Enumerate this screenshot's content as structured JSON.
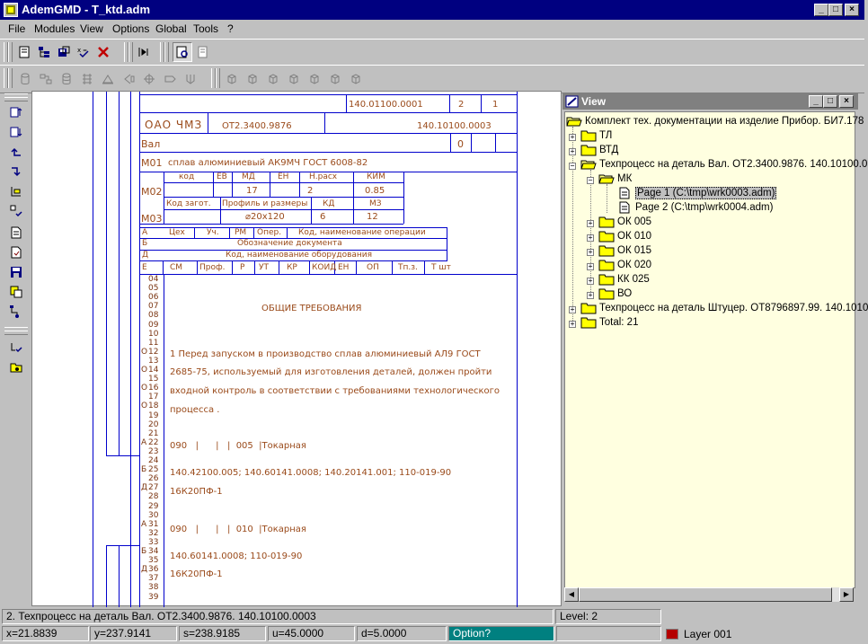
{
  "window": {
    "title": "AdemGMD - T_ktd.adm"
  },
  "menu": [
    "File",
    "Modules",
    "View",
    "Options",
    "Global",
    "Tools",
    "?"
  ],
  "view_panel": {
    "title": "View",
    "tree": [
      {
        "label": "Комплект тех. документации на изделие Прибор.  БИ7.178"
      },
      {
        "label": "ТЛ"
      },
      {
        "label": "ВТД"
      },
      {
        "label": "Техпроцесс на деталь Вал.  ОТ2.3400.9876. 140.10100.0"
      },
      {
        "label": "МК"
      },
      {
        "label": "Page 1 (C:\\tmp\\wrk0003.adm)"
      },
      {
        "label": "Page 2 (C:\\tmp\\wrk0004.adm)"
      },
      {
        "label": "ОК 005"
      },
      {
        "label": "ОК 010"
      },
      {
        "label": "ОК 015"
      },
      {
        "label": "ОК 020"
      },
      {
        "label": "КК 025"
      },
      {
        "label": "ВО"
      },
      {
        "label": "Техпроцесс на деталь Штуцер.  ОТ8796897.99. 140.1010"
      },
      {
        "label": "Total: 21"
      }
    ]
  },
  "drawing": {
    "top_code": "140.01100.0001",
    "top_num1": "2",
    "top_num2": "1",
    "org": "ОАО ЧМЗ",
    "doc_code": "ОТ2.3400.9876",
    "doc_code2": "140.10100.0003",
    "part": "Вал",
    "part_num": "0",
    "m01_label": "М01",
    "material": "сплав алюминиевый АК9МЧ ГОСТ 6008-82",
    "h1": [
      "код",
      "ЕВ",
      "МД",
      "ЕН",
      "Н.расх",
      "КИМ"
    ],
    "m02_label": "М02",
    "m02": [
      "17",
      "2",
      "0.85"
    ],
    "h2": [
      "Код загот.",
      "Профиль и размеры",
      "КД",
      "МЗ"
    ],
    "m03_label": "М03",
    "m03": [
      "⌀20х120",
      "6",
      "12"
    ],
    "row_a_letter": "А",
    "row_a": [
      "Цех",
      "Уч.",
      "РМ",
      "Опер.",
      "Код, наименование операции"
    ],
    "row_b_letter": "Б",
    "row_b": "Обозначение документа",
    "row_d_letter": "Д",
    "row_d": "Код, наименование оборудования",
    "row_e_letter": "Е",
    "row_e": [
      "СМ",
      "Проф.",
      "Р",
      "УТ",
      "КР",
      "КОИД",
      "ЕН",
      "ОП",
      "Тп.з.",
      "Т шт"
    ],
    "line_nums": [
      "04",
      "05",
      "06",
      "07",
      "08",
      "09",
      "10",
      "11",
      "12",
      "13",
      "14",
      "15",
      "16",
      "17",
      "18",
      "19",
      "20",
      "21",
      "22",
      "23",
      "24",
      "25",
      "26",
      "27",
      "28",
      "29",
      "30",
      "31",
      "32",
      "33",
      "34",
      "35",
      "36",
      "37",
      "38",
      "39"
    ],
    "letters": [
      {
        "l": "О",
        "at": "12"
      },
      {
        "l": "О",
        "at": "14"
      },
      {
        "l": "О",
        "at": "16"
      },
      {
        "l": "О",
        "at": "18"
      },
      {
        "l": "А",
        "at": "22"
      },
      {
        "l": "Б",
        "at": "25"
      },
      {
        "l": "Д",
        "at": "27"
      },
      {
        "l": "А",
        "at": "31"
      },
      {
        "l": "Б",
        "at": "34"
      },
      {
        "l": "Д",
        "at": "36"
      }
    ],
    "heading": "ОБЩИЕ ТРЕБОВАНИЯ",
    "text_lines": [
      "1 Перед запуском в производство сплав алюминиевый АЛ9 ГОСТ",
      "2685-75, используемый для изготовления деталей, должен пройти",
      "входной контроль в соответствии с требованиями технологического",
      "процесса ."
    ],
    "op1": "090   |      |   |  005  |Токарная",
    "op1_doc": "140.42100.005;  140.60141.0008;  140.20141.001;  110-019-90",
    "op1_eq": "16К20ПФ-1",
    "op2": "090   |      |   |  010  |Токарная",
    "op2_doc": "140.60141.0008;  110-019-90",
    "op2_eq": "16К20ПФ-1"
  },
  "status": {
    "main": "2. Техпроцесс на деталь Вал.  ОТ2.3400.9876. 140.10100.0003",
    "level": "Level: 2",
    "x": "x=21.8839",
    "y": "y=237.9141",
    "s": "s=238.9185",
    "u": "u=45.0000",
    "d": "d=5.0000",
    "option": "Option?",
    "layer": "Layer 001",
    "layer_color": "#b40000"
  },
  "colors": {
    "title_active": "#000080",
    "title_inactive": "#808080",
    "tree_bg": "#ffffe0",
    "drawing_line": "#0000cc",
    "drawing_text": "#9a4a1a",
    "option_bg": "#008080"
  },
  "icons": [
    "new-doc-icon",
    "tree-icon",
    "save-as-icon",
    "xyz-icon",
    "delete-icon",
    "step-icon",
    "zoom-page-icon",
    "page-copy-icon"
  ]
}
